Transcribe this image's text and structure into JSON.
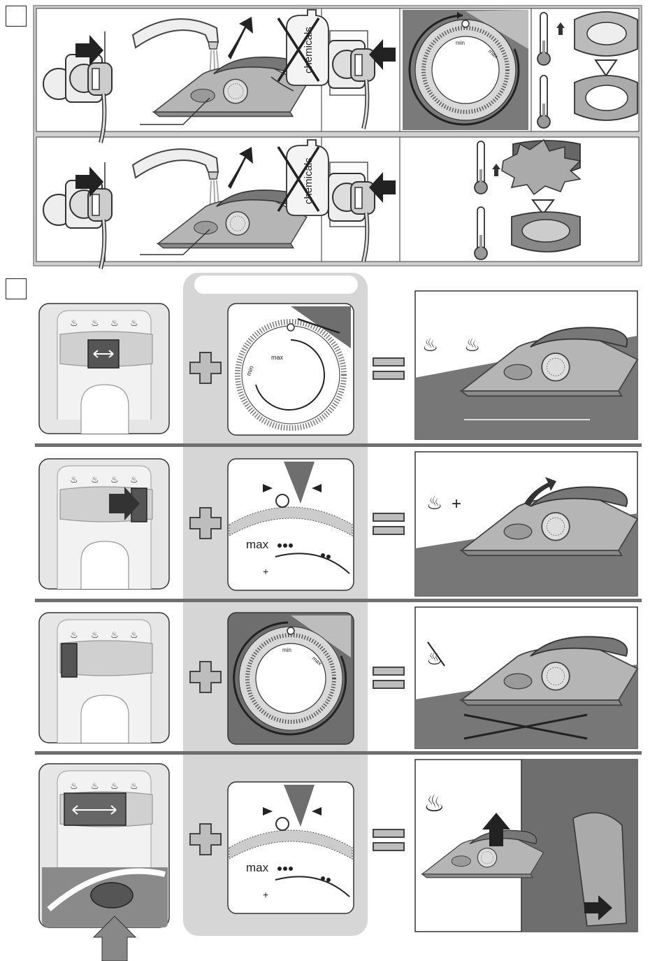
{
  "page": {
    "bg": "#ffffff",
    "panel_gray": "#d6d6d6",
    "dark_gray": "#6e6e6e",
    "mid_gray": "#9b9b9b"
  },
  "labels": {
    "chemicals": "chemicals",
    "dial_min": "min",
    "dial_max": "max",
    "steam_plus": "+",
    "dial_plus_steam": "+"
  }
}
